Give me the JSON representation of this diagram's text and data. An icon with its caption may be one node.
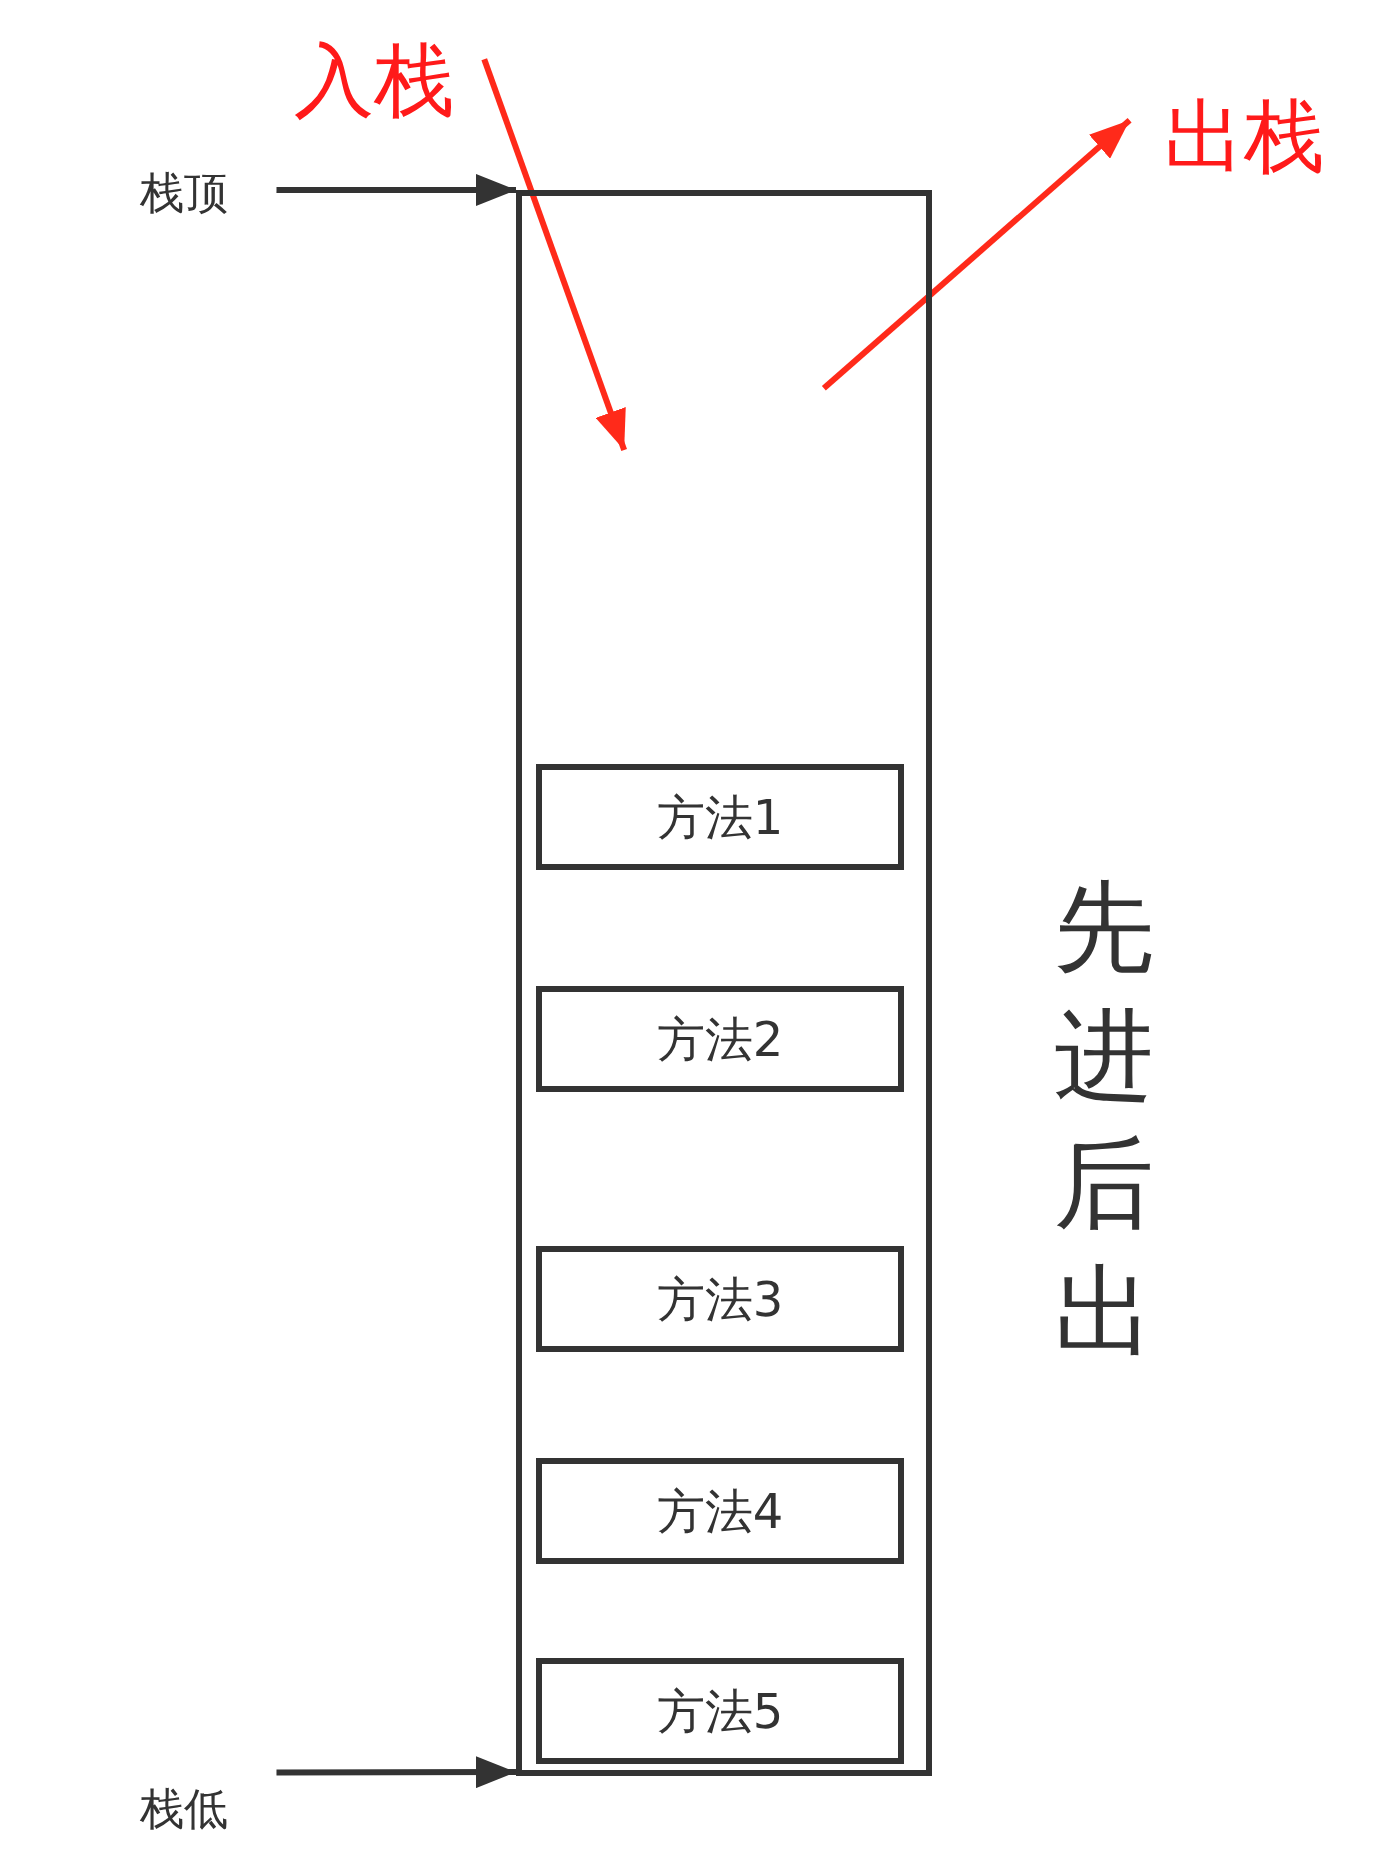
{
  "diagram": {
    "nodes": [
      {
        "text": [],
        "shape": "box"
      },
      {
        "text": [
          "方法1"
        ],
        "in": 0
      },
      {
        "text": [
          "方法2"
        ],
        "in": 0
      },
      {
        "text": [
          "方法3"
        ],
        "in": 0
      },
      {
        "text": [
          "方法4"
        ],
        "in": 0
      },
      {
        "text": [
          "方法5"
        ],
        "in": 0
      },
      {
        "text": [
          "栈顶"
        ]
      },
      {
        "text": [
          "栈低"
        ]
      },
      {
        "text": [
          "入栈"
        ]
      },
      {
        "text": [
          "出栈"
        ]
      }
    ],
    "edges": [
      {
        "from": 6,
        "to": 0,
        "arrow": "to"
      },
      {
        "from": 7,
        "to": 0,
        "arrow": "to"
      },
      {
        "from": 8,
        "to": 0,
        "arrow": "to",
        "color": "#ff2a1a"
      },
      {
        "from": 0,
        "to": 9,
        "arrow": "to",
        "color": "#ff2a1a"
      }
    ],
    "labels": [
      "先进后出"
    ]
  }
}
